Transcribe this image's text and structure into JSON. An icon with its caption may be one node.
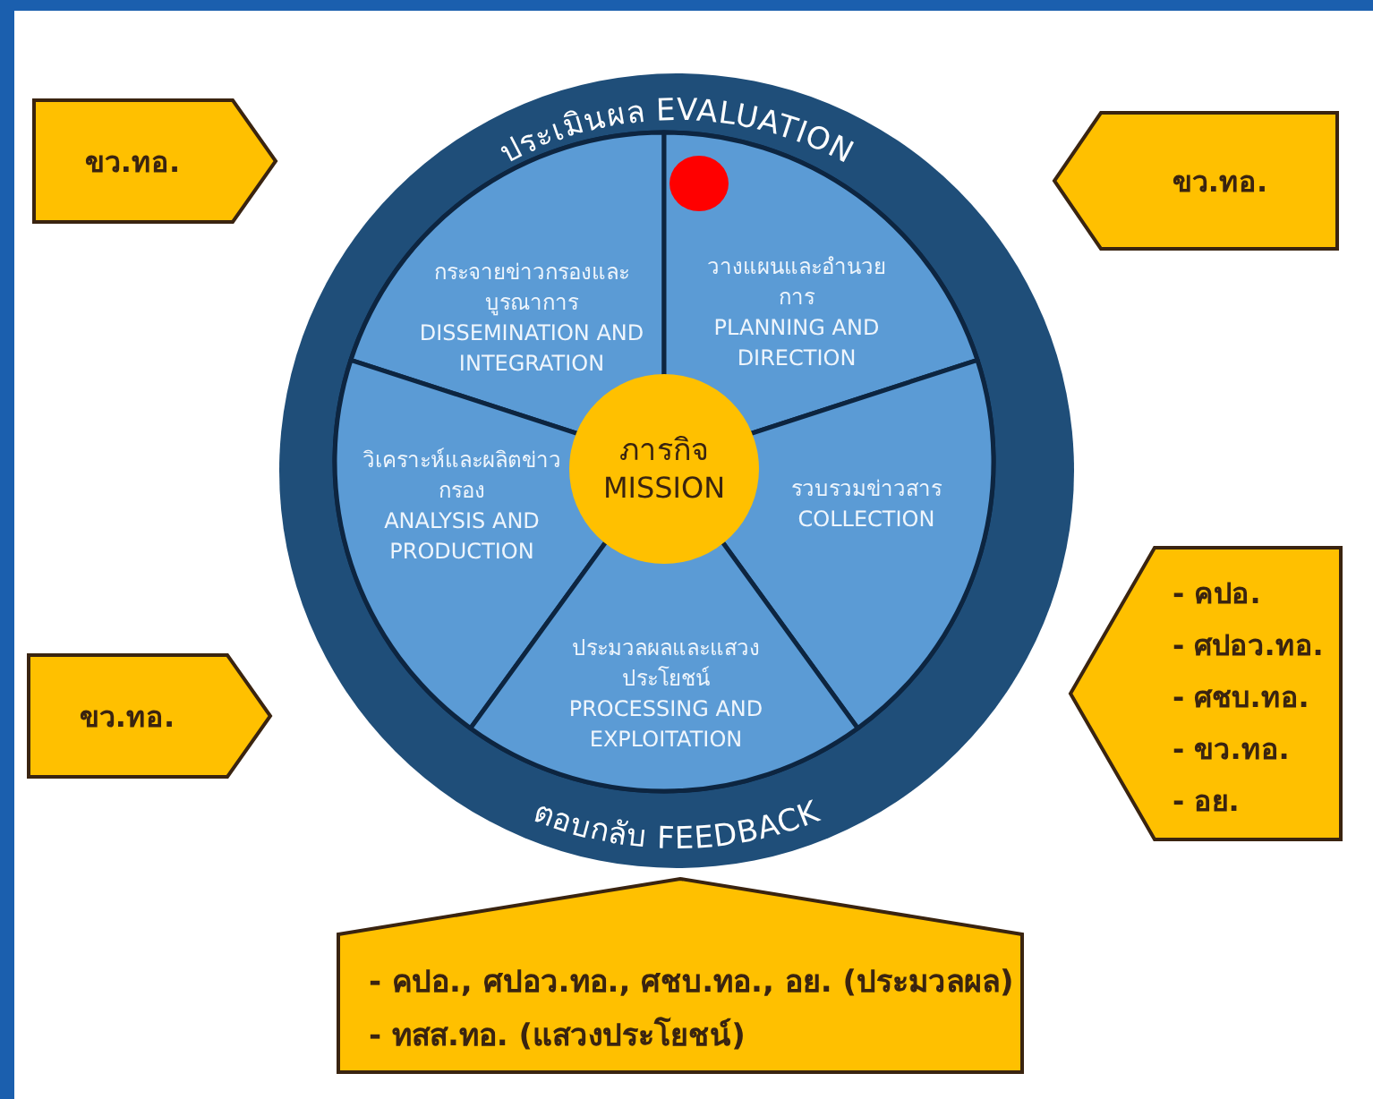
{
  "diagram": {
    "nodes": [
      {
        "text": [
          "ขว.ทอ."
        ]
      },
      {
        "text": [
          "ขว.ทอ."
        ]
      },
      {
        "text": [
          "ประเมินผล EVALUATION",
          "ตอบกลับ FEEDBACK"
        ]
      },
      {
        "text": [
          "กระจายข่าวกรองและบูรณาการ",
          "DISSEMINATION AND INTEGRATION"
        ],
        "in": 2
      },
      {
        "text": [
          "วางแผนและอำนวยการ",
          "PLANNING AND DIRECTION"
        ],
        "in": 2
      },
      {
        "text": [
          "วิเคราะห์และผลิตข่าวกรอง",
          "ANALYSIS AND PRODUCTION"
        ],
        "in": 2
      },
      {
        "text": [
          "ภารกิจ",
          "MISSION"
        ],
        "in": 2
      },
      {
        "text": [
          "รวบรวมข่าวสาร",
          "COLLECTION"
        ],
        "in": 2
      },
      {
        "text": [
          "ประมวลผลและแสวงประโยชน์",
          "PROCESSING AND EXPLOITATION"
        ],
        "in": 2
      },
      {
        "text": [
          "ขว.ทอ."
        ]
      },
      {
        "text": [
          "- คปอ.",
          "- ศปอว.ทอ.",
          "- ศชบ.ทอ.",
          "- ขว.ทอ.",
          "- อย."
        ]
      },
      {
        "text": [
          "- คปอ., ศปอว.ทอ., ศชบ.ทอ., อย. (ประมวลผล)",
          "- ทสส.ทอ. (แสวงประโยชน์)"
        ]
      }
    ]
  }
}
